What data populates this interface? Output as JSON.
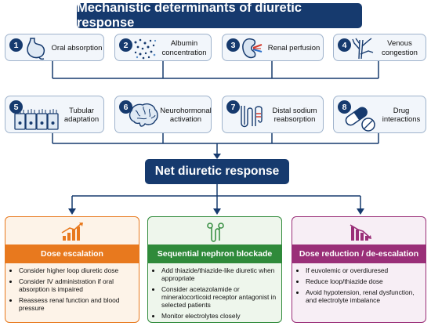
{
  "title": "Mechanistic determinants of diuretic response",
  "determinants": [
    {
      "num": "1",
      "label": "Oral absorption",
      "icon": "stomach-icon"
    },
    {
      "num": "2",
      "label": "Albumin concentration",
      "icon": "particles-icon"
    },
    {
      "num": "3",
      "label": "Renal perfusion",
      "icon": "kidney-icon"
    },
    {
      "num": "4",
      "label": "Venous congestion",
      "icon": "veins-icon"
    },
    {
      "num": "5",
      "label": "Tubular adaptation",
      "icon": "tubular-cells-icon"
    },
    {
      "num": "6",
      "label": "Neurohormonal activation",
      "icon": "brain-icon"
    },
    {
      "num": "7",
      "label": "Distal sodium reabsorption",
      "icon": "nephron-loop-icon"
    },
    {
      "num": "8",
      "label": "Drug interactions",
      "icon": "pills-icon"
    }
  ],
  "net_response": "Net diuretic response",
  "strategies": [
    {
      "title": "Dose escalation",
      "icon": "bar-chart-up-icon",
      "color": "#e8791e",
      "bg": "#fdf3e8",
      "items": [
        "Consider higher loop diuretic dose",
        "Consider IV administration if oral absorption is impaired",
        "Reassess renal function and blood pressure"
      ]
    },
    {
      "title": "Sequential nephron blockade",
      "icon": "nephron-icon",
      "color": "#2f8a3a",
      "bg": "#eef6ec",
      "items": [
        "Add thiazide/thiazide-like diuretic when appropriate",
        "Consider acetazolamide or mineralocorticoid receptor antagonist in selected patients",
        "Monitor electrolytes closely"
      ]
    },
    {
      "title": "Dose reduction / de-escalation",
      "icon": "bar-chart-down-icon",
      "color": "#9a2f78",
      "bg": "#f7eef5",
      "items": [
        "If euvolemic or overdiuresed",
        "Reduce loop/thiazide dose",
        "Avoid hypotension, renal dysfunction, and electrolyte imbalance"
      ]
    }
  ]
}
